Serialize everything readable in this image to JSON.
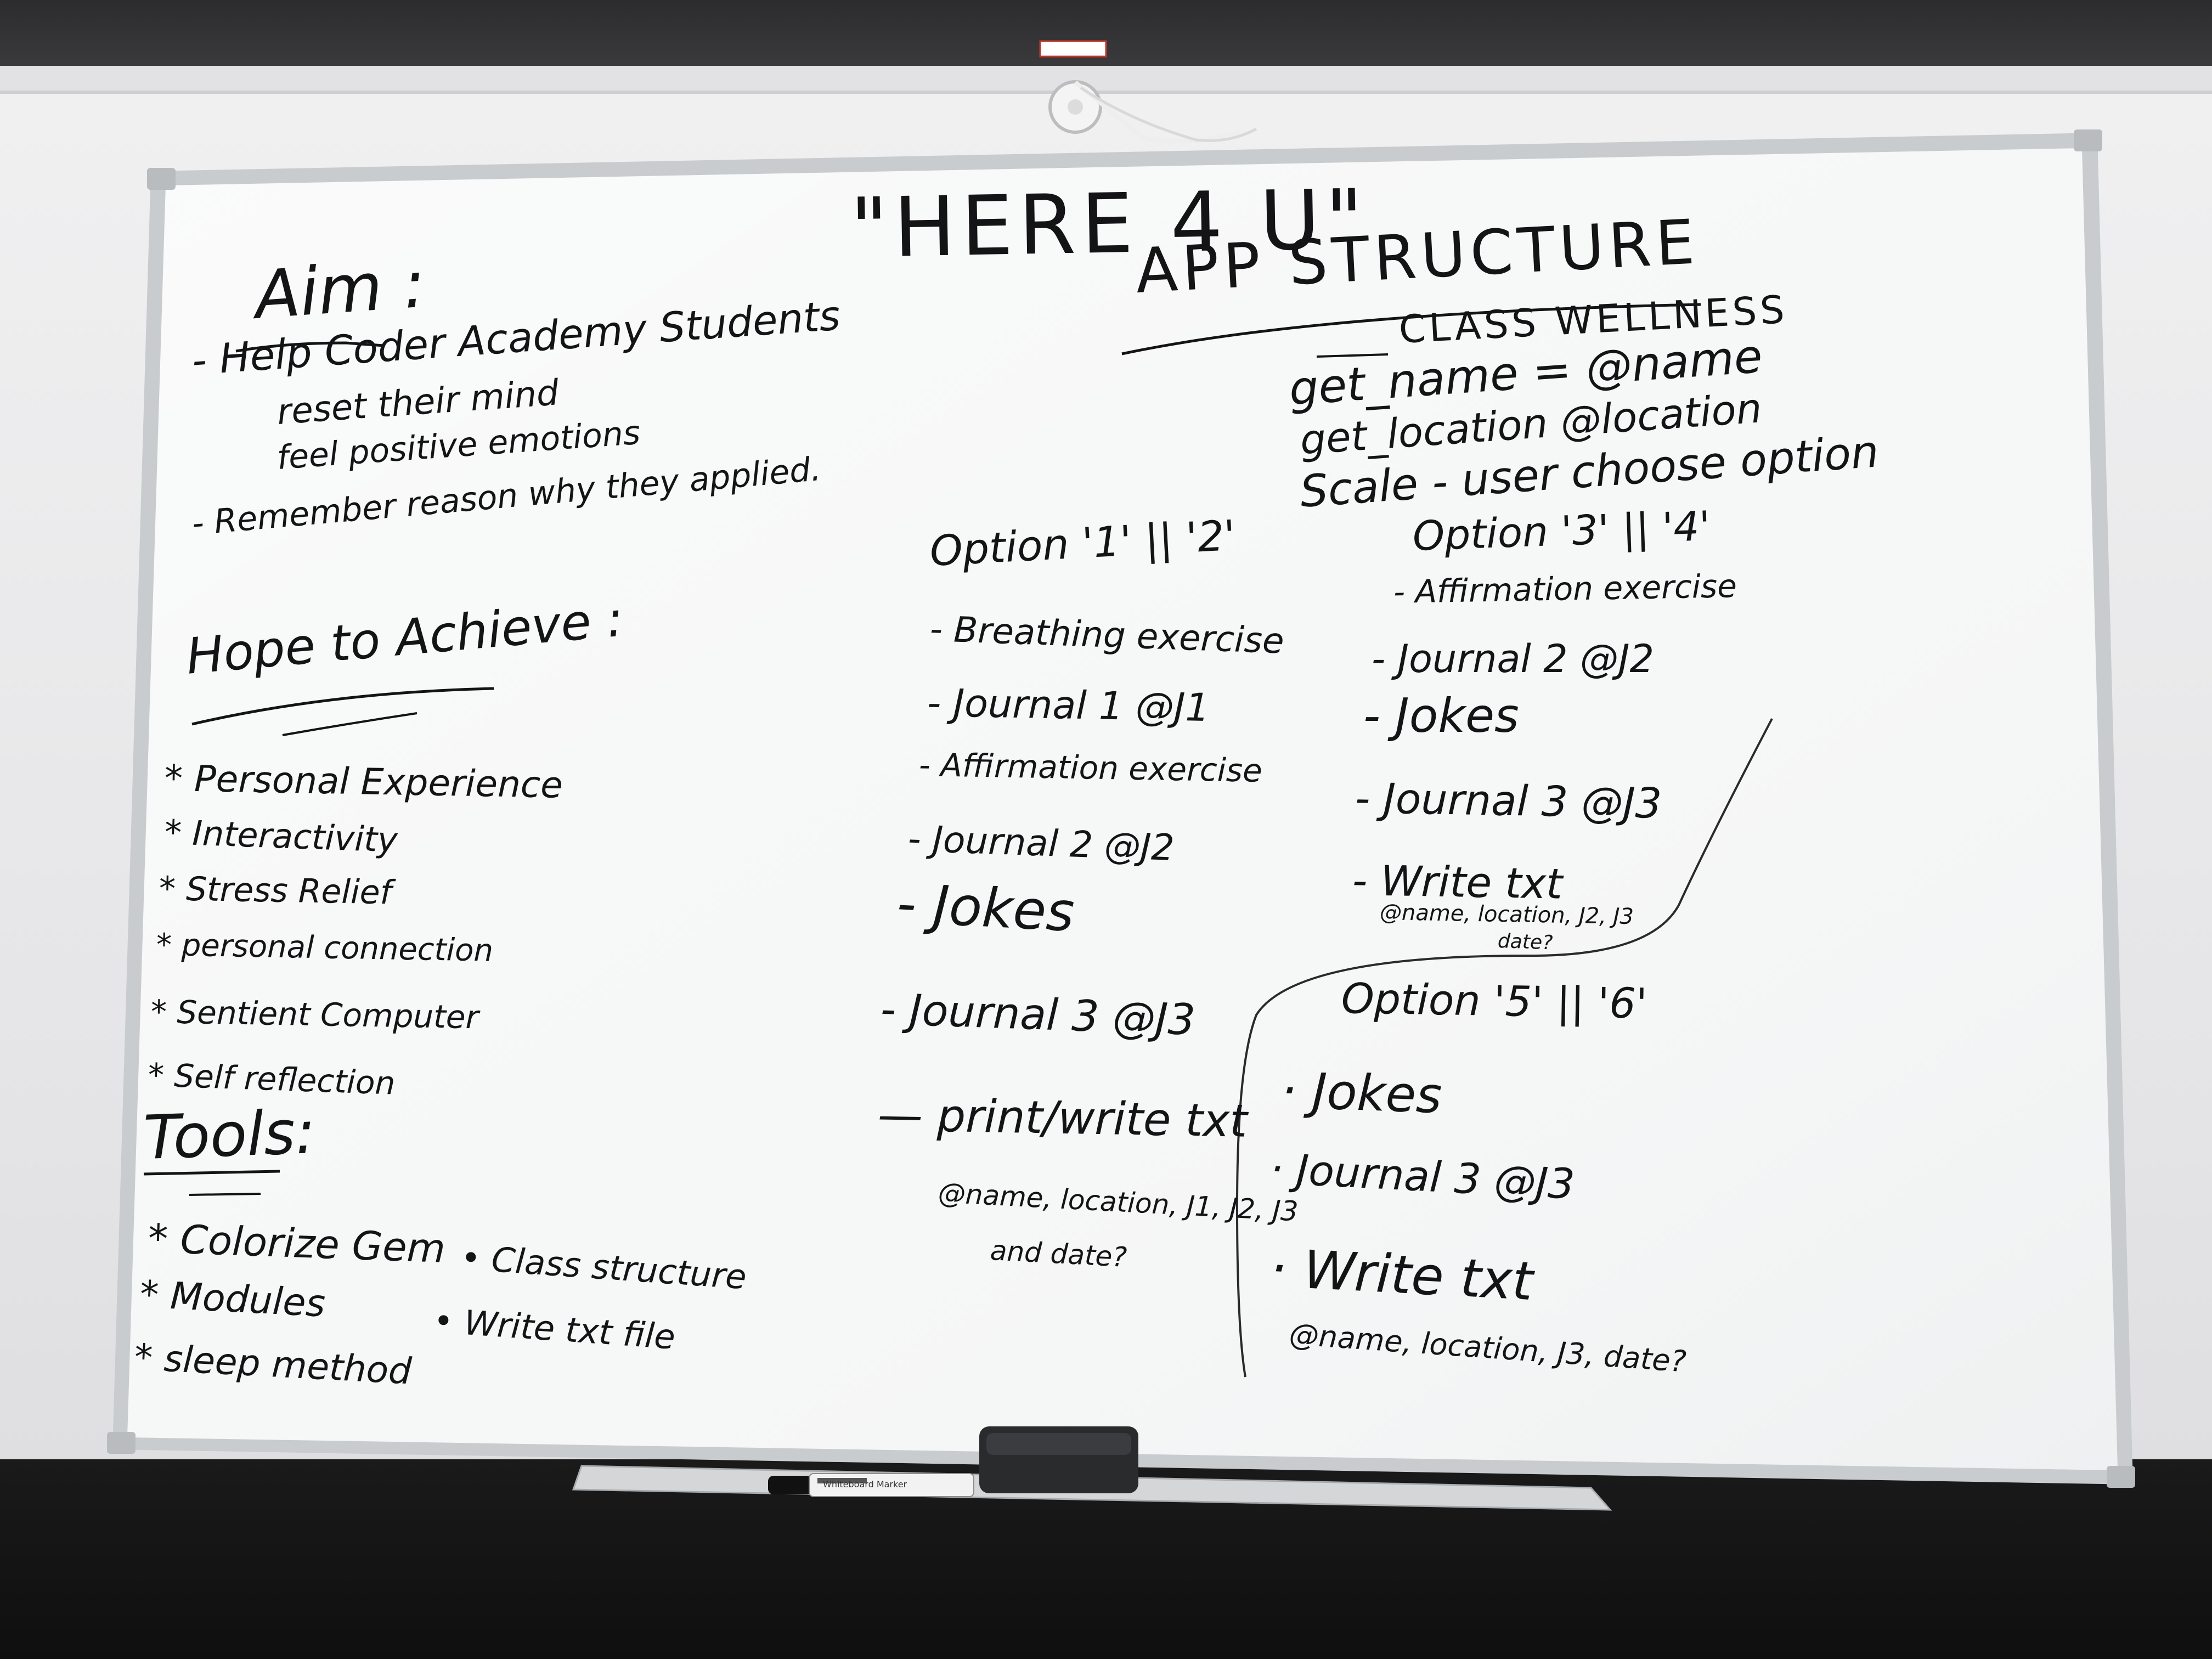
{
  "board": {
    "title": "\"HERE 4 U\"",
    "subtitle": "APP STRUCTURE",
    "class_heading": "CLASS WELLNESS"
  },
  "left": {
    "aim_heading": "Aim :",
    "aim_items": [
      "- Help Coder Academy Students",
      "reset their mind",
      "feel positive emotions",
      "- Remember reason why they applied."
    ],
    "hope_heading": "Hope to Achieve :",
    "hope_items": [
      "* Personal Experience",
      "* Interactivity",
      "* Stress Relief",
      "* personal connection",
      "* Sentient Computer",
      "* Self reflection"
    ],
    "tools_heading": "Tools:",
    "tools_items": [
      "* Colorize Gem",
      "* Modules",
      "* sleep method",
      "• Class structure",
      "• Write txt file"
    ]
  },
  "middle": {
    "option_heading": "Option '1' || '2'",
    "items": [
      "- Breathing exercise",
      "- Journal 1 @J1",
      "- Affirmation exercise",
      "- Journal 2 @J2",
      "- Jokes",
      "- Journal 3 @J3",
      "— print/write txt",
      "@name, location, J1, J2, J3",
      "and date?"
    ]
  },
  "right": {
    "lines": [
      "get_name = @name",
      "get_location @location",
      "Scale - user choose option"
    ],
    "option34_heading": "Option '3' || '4'",
    "option34_items": [
      "- Affirmation exercise",
      "- Journal 2 @J2",
      "- Jokes",
      "- Journal 3 @J3",
      "- Write txt",
      "@name, location, J2, J3",
      "date?"
    ],
    "option56_heading": "Option '5' || '6'",
    "option56_items": [
      "· Jokes",
      "· Journal 3 @J3",
      "· Write txt",
      "@name, location, J3, date?"
    ]
  },
  "tray": {
    "marker_label": "Whiteboard Marker"
  },
  "colors": {
    "ink": "#141416",
    "board": "#f6f7f7",
    "frame": "#c9ccce",
    "wall": "#e8e8ea",
    "floor": "#121213",
    "eraser": "#2a2b2d",
    "hanger": "#f4f4f4",
    "marker_body": "#f2f2f2",
    "marker_cap": "#111111",
    "tag": "#c0392b"
  }
}
